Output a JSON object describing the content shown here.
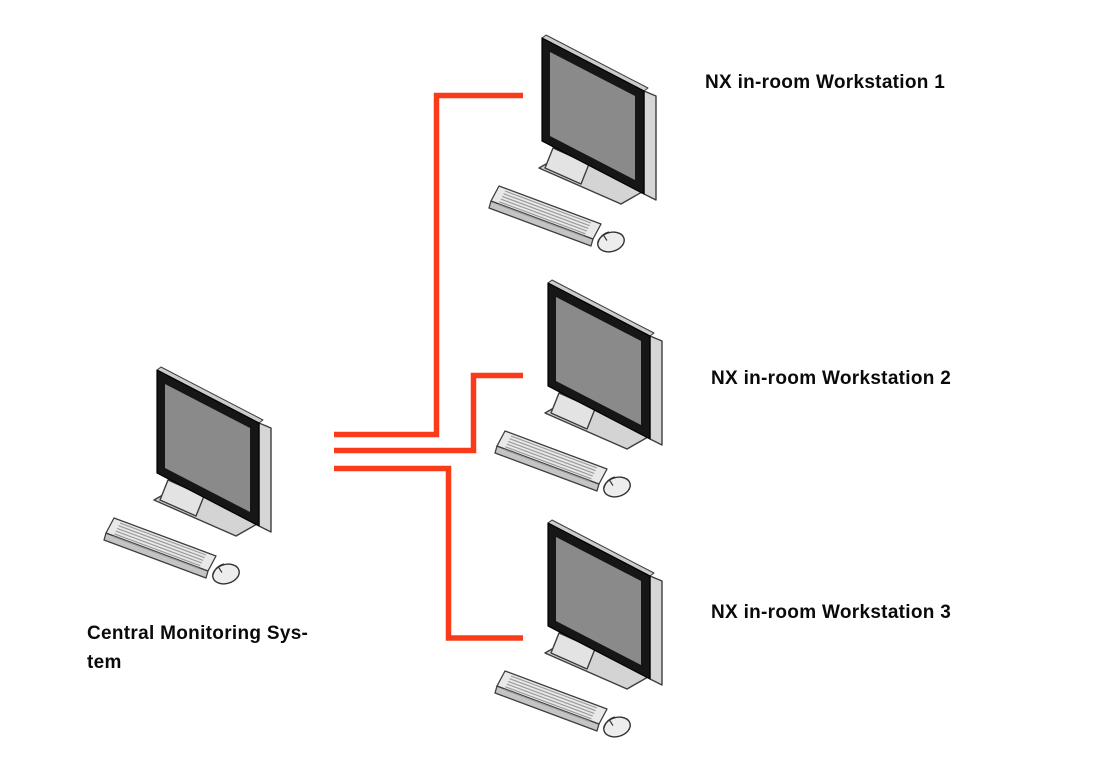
{
  "diagram": {
    "background_color": "#ffffff",
    "connector_color": "#f93b1a",
    "label_color": "#0a0a0a",
    "central_system": {
      "label_lines": [
        "Central Monitoring Sys-",
        "tem"
      ],
      "icon": "desktop-computer-icon"
    },
    "workstations": [
      {
        "id": 1,
        "label": "NX in-room Workstation 1",
        "icon": "desktop-computer-icon"
      },
      {
        "id": 2,
        "label": "NX in-room Workstation 2",
        "icon": "desktop-computer-icon"
      },
      {
        "id": 3,
        "label": "NX in-room Workstation 3",
        "icon": "desktop-computer-icon"
      }
    ],
    "connections": [
      {
        "from": "central-monitoring-system",
        "to": "workstation-1"
      },
      {
        "from": "central-monitoring-system",
        "to": "workstation-2"
      },
      {
        "from": "central-monitoring-system",
        "to": "workstation-3"
      }
    ]
  }
}
